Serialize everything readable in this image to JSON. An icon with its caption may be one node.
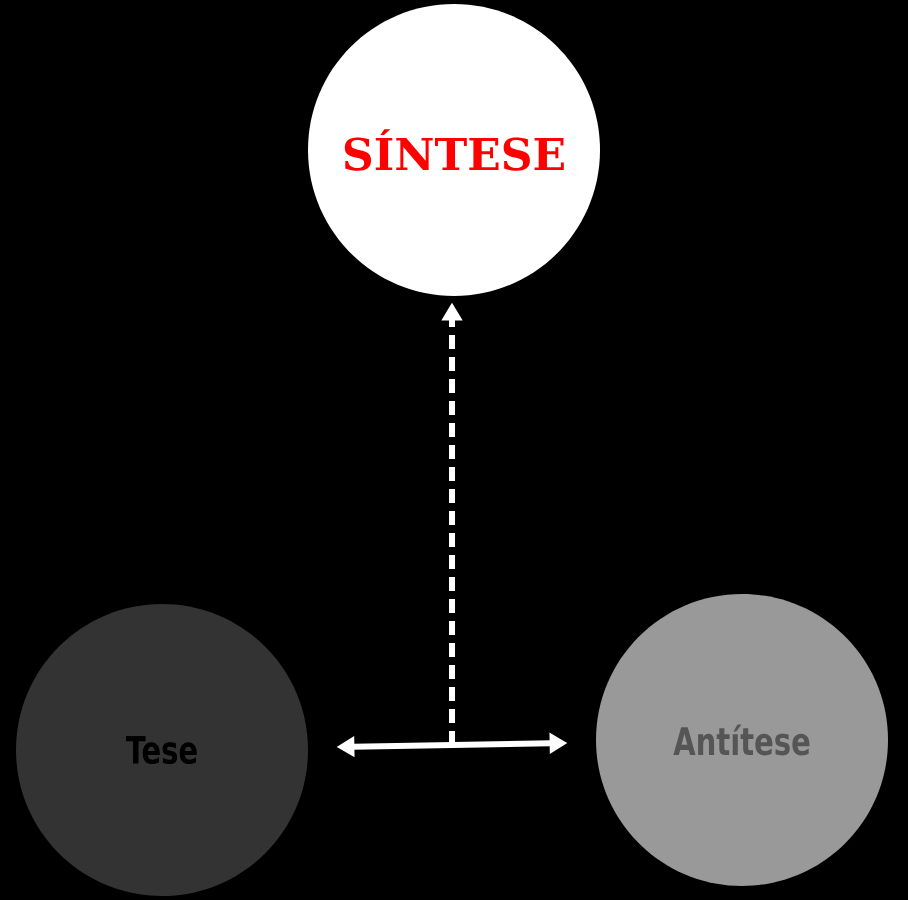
{
  "diagram": {
    "nodes": [
      {
        "text": [
          "SÍNTESE"
        ]
      },
      {
        "text": [
          "Tese"
        ]
      },
      {
        "text": [
          "Antítese"
        ]
      }
    ],
    "edges": [
      {
        "from": 1,
        "to": 2,
        "arrow": "both"
      },
      {
        "from": null,
        "to": 0,
        "arrow": "to",
        "style": "dashed"
      }
    ]
  }
}
